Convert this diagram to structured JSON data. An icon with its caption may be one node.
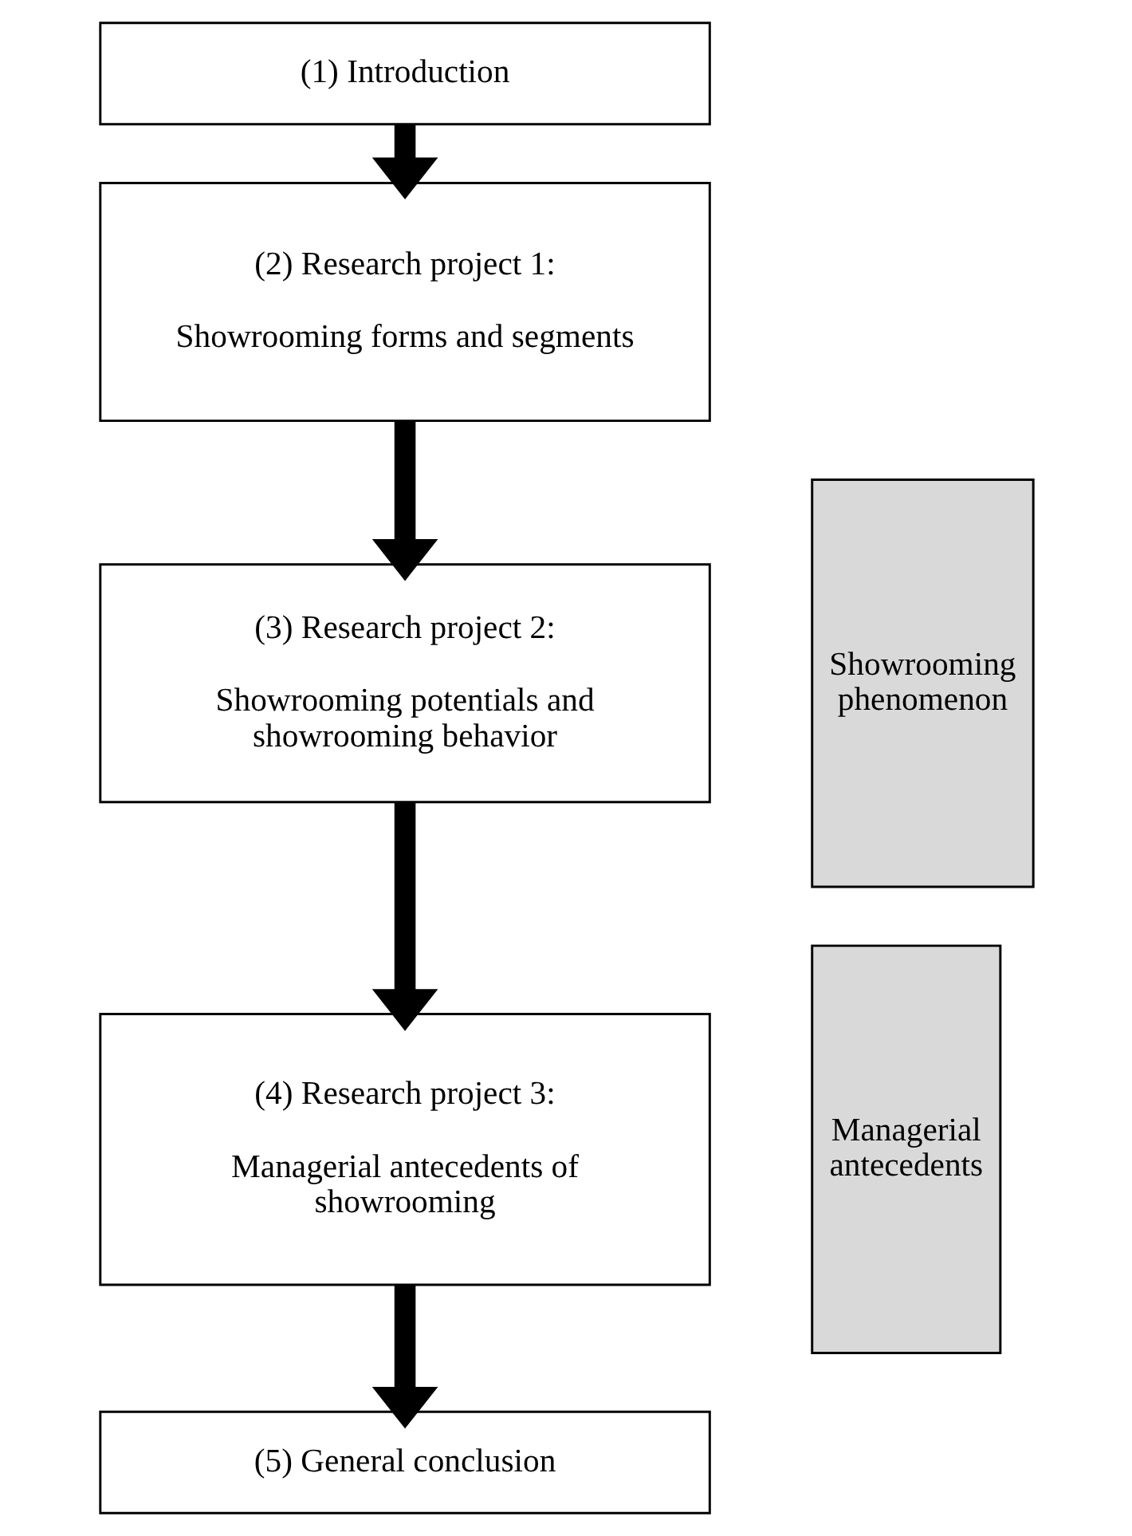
{
  "diagram": {
    "nodes": [
      {
        "text": [
          "(1) Introduction"
        ]
      },
      {
        "text": [
          "(2) Research project 1:",
          "Showrooming forms and segments"
        ]
      },
      {
        "text": [
          "(3) Research project 2:",
          "Showrooming potentials and showrooming behavior"
        ]
      },
      {
        "text": [
          "(4) Research project 3:",
          "Managerial antecedents of showrooming"
        ]
      },
      {
        "text": [
          "(5) General conclusion"
        ]
      },
      {
        "text": [
          "Showrooming phenomenon"
        ]
      },
      {
        "text": [
          "Managerial antecedents"
        ]
      }
    ],
    "edges": [
      {
        "from": 0,
        "to": 1,
        "arrow": "to"
      },
      {
        "from": 1,
        "to": 2,
        "arrow": "to"
      },
      {
        "from": 2,
        "to": 3,
        "arrow": "to"
      },
      {
        "from": 3,
        "to": 4,
        "arrow": "to"
      }
    ]
  }
}
